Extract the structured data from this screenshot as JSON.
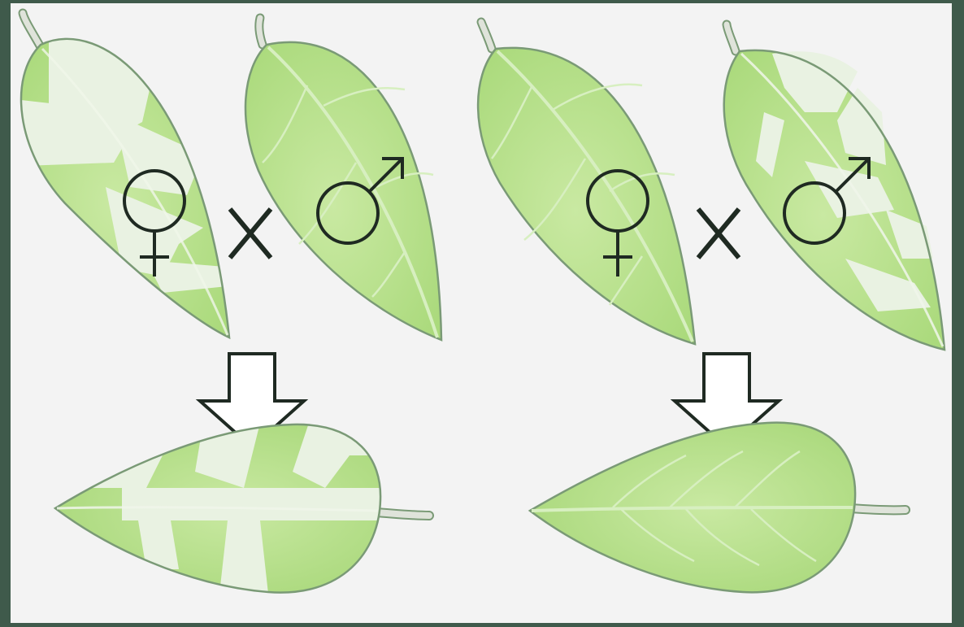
{
  "figure": {
    "crosses": [
      {
        "id": "cross-left",
        "female_parent": {
          "sex": "female",
          "phenotype": "variegated"
        },
        "male_parent": {
          "sex": "male",
          "phenotype": "green"
        },
        "cross_symbol": "X",
        "offspring": {
          "phenotype": "variegated"
        }
      },
      {
        "id": "cross-right",
        "female_parent": {
          "sex": "female",
          "phenotype": "green"
        },
        "male_parent": {
          "sex": "male",
          "phenotype": "variegated"
        },
        "cross_symbol": "X",
        "offspring": {
          "phenotype": "green"
        }
      }
    ],
    "colors": {
      "background": "#f3f3f3",
      "frame": "#3f5a4b",
      "leaf_green": "#a9d97a",
      "leaf_light": "#c9e9a2",
      "leaf_outline": "#7a9a76",
      "variegation": "#e9f2e2",
      "stem": "#dfe3da",
      "symbol": "#1f2a22"
    }
  }
}
